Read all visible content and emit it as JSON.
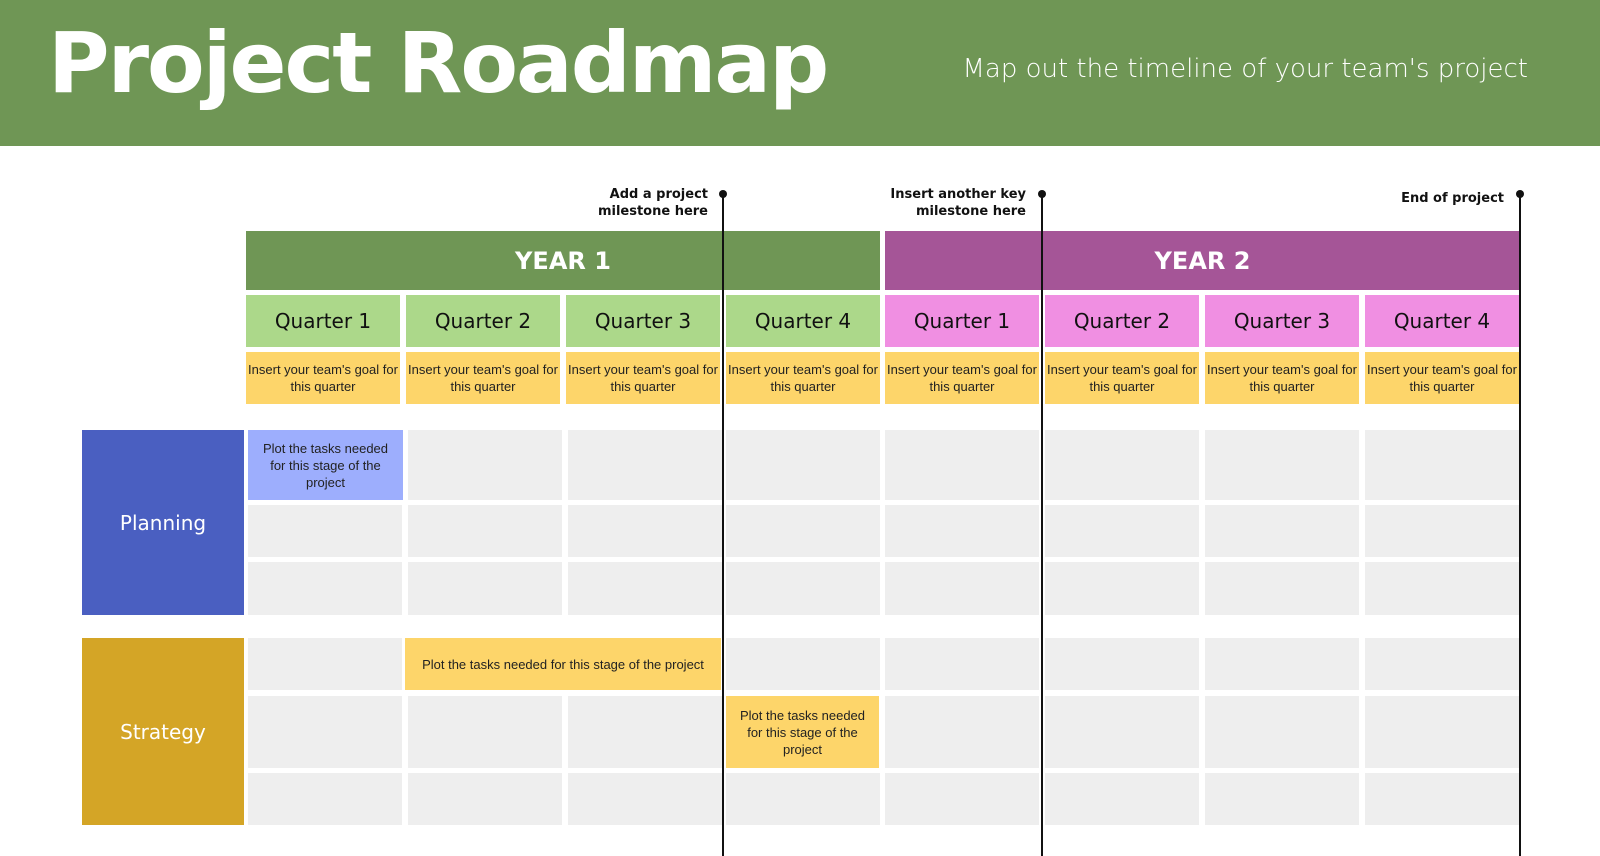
{
  "header": {
    "title": "Project Roadmap",
    "subtitle": "Map out the timeline of your team's project"
  },
  "milestones": [
    {
      "label": "Add a project\nmilestone here"
    },
    {
      "label": "Insert another key\nmilestone here"
    },
    {
      "label": "End of project"
    }
  ],
  "years": [
    {
      "label": "YEAR 1",
      "color": "#6f9655"
    },
    {
      "label": "YEAR 2",
      "color": "#a55597"
    }
  ],
  "quarters": [
    {
      "label": "Quarter 1"
    },
    {
      "label": "Quarter 2"
    },
    {
      "label": "Quarter 3"
    },
    {
      "label": "Quarter 4"
    },
    {
      "label": "Quarter 1"
    },
    {
      "label": "Quarter 2"
    },
    {
      "label": "Quarter 3"
    },
    {
      "label": "Quarter 4"
    }
  ],
  "quarter_colors": {
    "year1": "#acd88a",
    "year2": "#f08fe2"
  },
  "goal_text": "Insert your team's goal for this quarter",
  "stages": [
    {
      "label": "Planning",
      "color": "#4a5fc1"
    },
    {
      "label": "Strategy",
      "color": "#d4a526"
    }
  ],
  "tasks": [
    {
      "text": "Plot the tasks needed for this stage of the project",
      "color": "#9daefd"
    },
    {
      "text": "Plot the tasks needed for this stage of the project",
      "color": "#fdd56a"
    },
    {
      "text": "Plot the tasks needed for this stage of the project",
      "color": "#fdd56a"
    }
  ]
}
